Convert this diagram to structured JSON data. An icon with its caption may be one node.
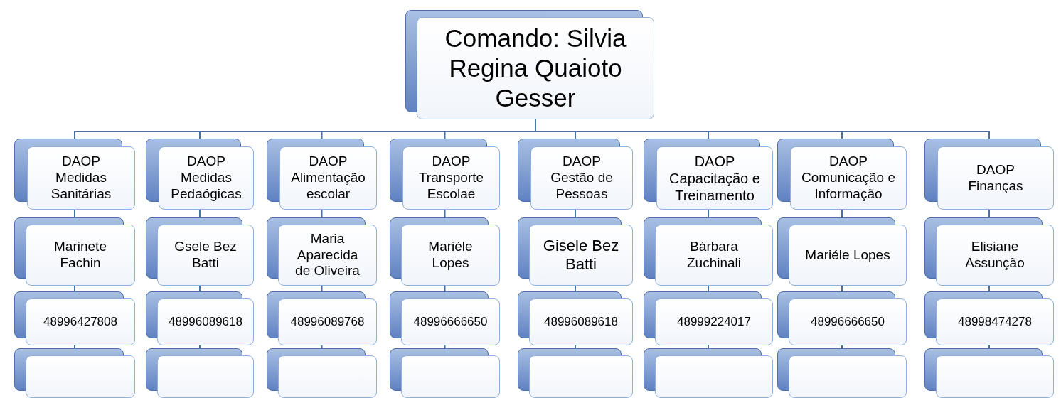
{
  "diagram": {
    "nodes": [
      {
        "text": [
          "Comando: Silvia Regina Quaioto Gesser"
        ]
      },
      {
        "text": [
          "DAOP Medidas Sanitárias"
        ]
      },
      {
        "text": [
          "Marinete Fachin"
        ]
      },
      {
        "text": [
          "48996427808"
        ]
      },
      {
        "text": [],
        "shape": "box"
      },
      {
        "text": [
          "DAOP Medidas Pedaógicas"
        ]
      },
      {
        "text": [
          "Gsele Bez Batti"
        ]
      },
      {
        "text": [
          "48996089618"
        ]
      },
      {
        "text": [],
        "shape": "box"
      },
      {
        "text": [
          "DAOP Alimentação escolar"
        ]
      },
      {
        "text": [
          "Maria Aparecida de Oliveira"
        ]
      },
      {
        "text": [
          "48996089768"
        ]
      },
      {
        "text": [],
        "shape": "box"
      },
      {
        "text": [
          "DAOP Transporte Escolae"
        ]
      },
      {
        "text": [
          "Mariéle Lopes"
        ]
      },
      {
        "text": [
          "48996666650"
        ]
      },
      {
        "text": [],
        "shape": "box"
      },
      {
        "text": [
          "DAOP Gestão de Pessoas"
        ]
      },
      {
        "text": [
          "Gisele Bez Batti"
        ]
      },
      {
        "text": [
          "48996089618"
        ]
      },
      {
        "text": [],
        "shape": "box"
      },
      {
        "text": [
          "DAOP Capacitação e Treinamento"
        ]
      },
      {
        "text": [
          "Bárbara Zuchinali"
        ]
      },
      {
        "text": [
          "48999224017"
        ]
      },
      {
        "text": [],
        "shape": "box"
      },
      {
        "text": [
          "DAOP Comunicação e Informação"
        ]
      },
      {
        "text": [
          "Mariéle Lopes"
        ]
      },
      {
        "text": [
          "48996666650"
        ]
      },
      {
        "text": [],
        "shape": "box"
      },
      {
        "text": [
          "DAOP Finanças"
        ]
      },
      {
        "text": [
          "Elisiane Assunção"
        ]
      },
      {
        "text": [
          "48998474278"
        ]
      },
      {
        "text": [],
        "shape": "box"
      }
    ],
    "edges": [
      {
        "from": 0,
        "to": 1,
        "arrow": "none"
      },
      {
        "from": 0,
        "to": 5,
        "arrow": "none"
      },
      {
        "from": 0,
        "to": 9,
        "arrow": "none"
      },
      {
        "from": 0,
        "to": 13,
        "arrow": "none"
      },
      {
        "from": 0,
        "to": 17,
        "arrow": "none"
      },
      {
        "from": 0,
        "to": 21,
        "arrow": "none"
      },
      {
        "from": 0,
        "to": 25,
        "arrow": "none"
      },
      {
        "from": 0,
        "to": 29,
        "arrow": "none"
      },
      {
        "from": 1,
        "to": 2,
        "arrow": "none"
      },
      {
        "from": 2,
        "to": 3,
        "arrow": "none"
      },
      {
        "from": 3,
        "to": 4,
        "arrow": "none"
      },
      {
        "from": 5,
        "to": 6,
        "arrow": "none"
      },
      {
        "from": 6,
        "to": 7,
        "arrow": "none"
      },
      {
        "from": 7,
        "to": 8,
        "arrow": "none"
      },
      {
        "from": 9,
        "to": 10,
        "arrow": "none"
      },
      {
        "from": 10,
        "to": 11,
        "arrow": "none"
      },
      {
        "from": 11,
        "to": 12,
        "arrow": "none"
      },
      {
        "from": 13,
        "to": 14,
        "arrow": "none"
      },
      {
        "from": 14,
        "to": 15,
        "arrow": "none"
      },
      {
        "from": 15,
        "to": 16,
        "arrow": "none"
      },
      {
        "from": 17,
        "to": 18,
        "arrow": "none"
      },
      {
        "from": 18,
        "to": 19,
        "arrow": "none"
      },
      {
        "from": 19,
        "to": 20,
        "arrow": "none"
      },
      {
        "from": 21,
        "to": 22,
        "arrow": "none"
      },
      {
        "from": 22,
        "to": 23,
        "arrow": "none"
      },
      {
        "from": 23,
        "to": 24,
        "arrow": "none"
      },
      {
        "from": 25,
        "to": 26,
        "arrow": "none"
      },
      {
        "from": 26,
        "to": 27,
        "arrow": "none"
      },
      {
        "from": 27,
        "to": 28,
        "arrow": "none"
      },
      {
        "from": 29,
        "to": 30,
        "arrow": "none"
      },
      {
        "from": 30,
        "to": 31,
        "arrow": "none"
      },
      {
        "from": 31,
        "to": 32,
        "arrow": "none"
      }
    ]
  }
}
